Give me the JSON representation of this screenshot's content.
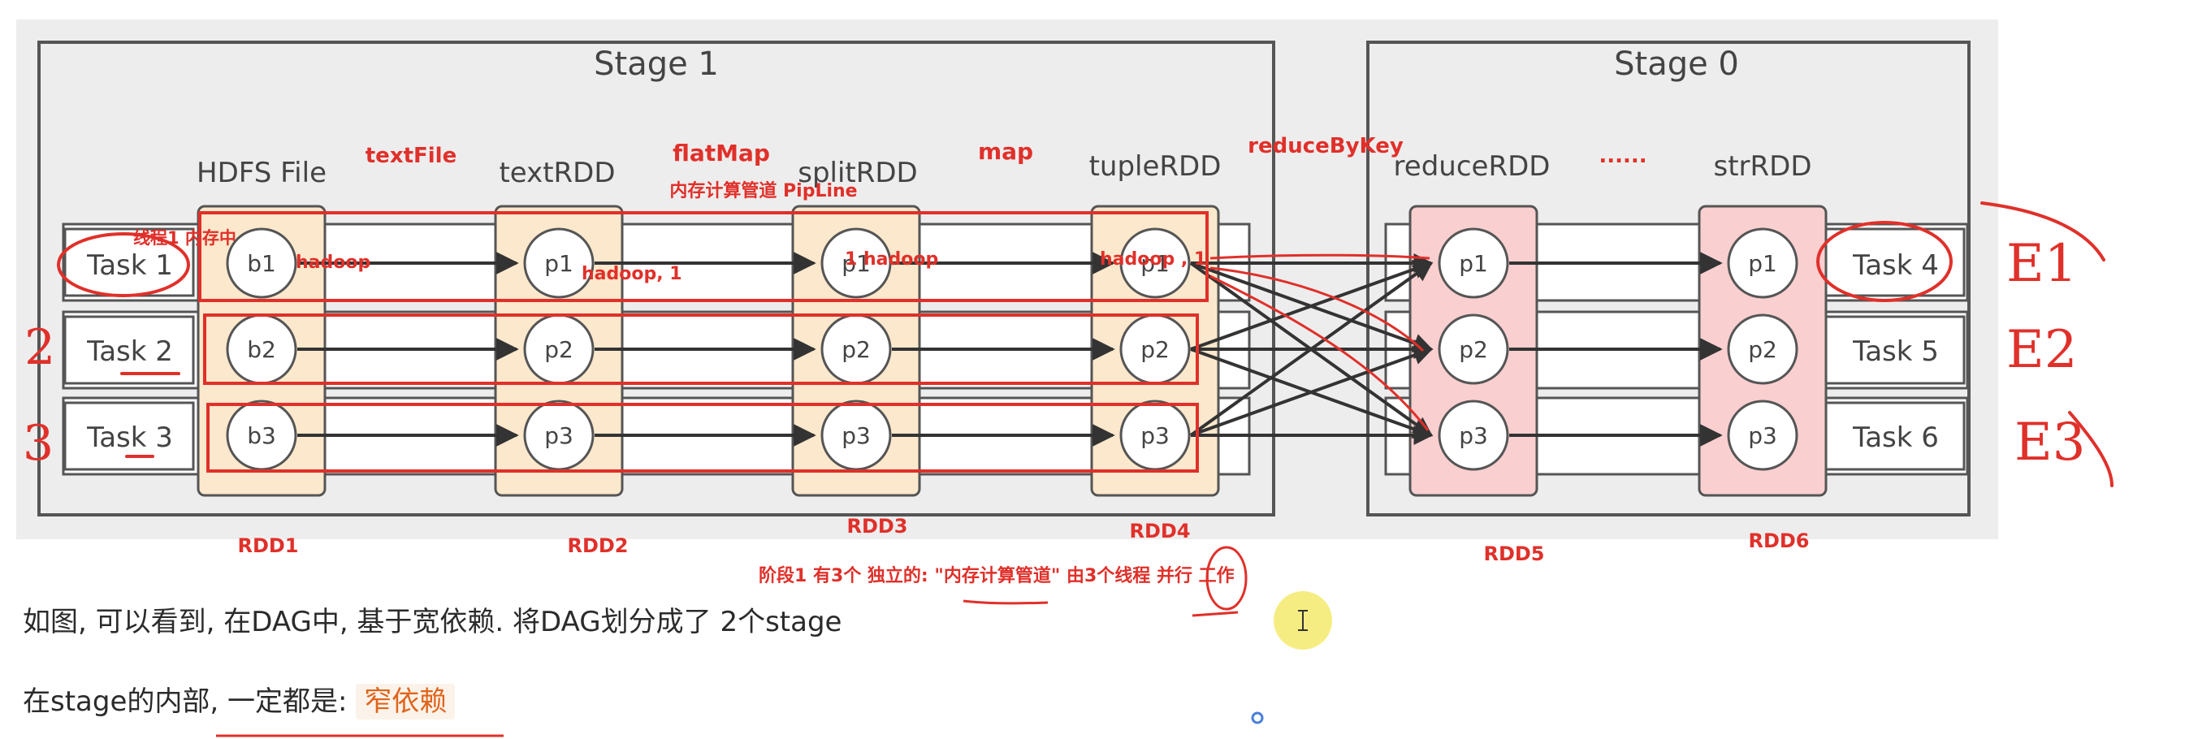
{
  "stages": {
    "stage1_label": "Stage 1",
    "stage0_label": "Stage 0"
  },
  "columns": {
    "hdfs": "HDFS File",
    "textrdd": "textRDD",
    "splitrdd": "splitRDD",
    "tuplerdd": "tupleRDD",
    "reducerdd": "reduceRDD",
    "strrdd": "strRDD",
    "ellipsis": "......"
  },
  "tasks": {
    "t1": "Task 1",
    "t2": "Task 2",
    "t3": "Task 3",
    "t4": "Task 4",
    "t5": "Task 5",
    "t6": "Task 6"
  },
  "nodes": {
    "b1": "b1",
    "b2": "b2",
    "b3": "b3",
    "p1": "p1",
    "p2": "p2",
    "p3": "p3"
  },
  "operators": {
    "textfile": "textFile",
    "flatmap": "flatMap",
    "map": "map",
    "reducebykey": "reduceByKey"
  },
  "annotations": {
    "pipeline": "内存计算管道 PipLine",
    "thread1": "线程1 内存中",
    "hadoop": "hadoop",
    "hadoop_1": "hadoop, 1",
    "one_hadoop": "1 hadoop",
    "hadoop_tuple": "hadoop , 1",
    "stage_note": "阶段1 有3个  独立的: \"内存计算管道\"    由3个线程 并行 工作"
  },
  "rdd_labels": {
    "rdd1": "RDD1",
    "rdd2": "RDD2",
    "rdd3": "RDD3",
    "rdd4": "RDD4",
    "rdd5": "RDD5",
    "rdd6": "RDD6"
  },
  "handwriting": {
    "n2": "2",
    "n3": "3",
    "r1": "E1",
    "r2": "E2",
    "r3": "E3"
  },
  "text": {
    "line1": "如图, 可以看到, 在DAG中, 基于宽依赖. 将DAG划分成了 2个stage",
    "line2_prefix": "在stage的内部, 一定都是: ",
    "line2_tag": "窄依赖"
  },
  "colors": {
    "annotation_red": "#e0302a",
    "narrow_fill": "#fce8cc",
    "wide_fill": "#f9cfd0",
    "stage_bg": "#eeeeee",
    "tag_orange": "#e0641c"
  }
}
